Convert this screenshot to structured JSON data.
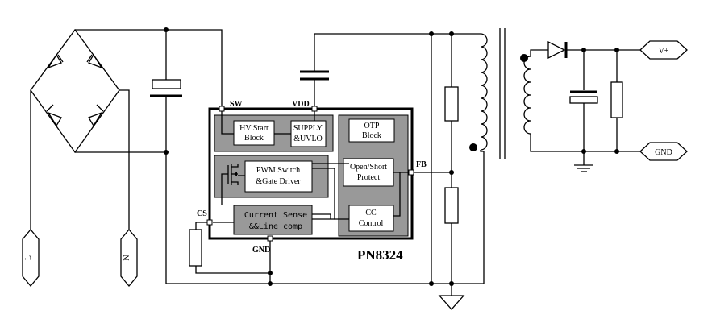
{
  "chip": {
    "name": "PN8324",
    "pins": {
      "sw": "SW",
      "vdd": "VDD",
      "fb": "FB",
      "cs": "CS",
      "gnd": "GND"
    },
    "blocks": {
      "hv_start": [
        "HV Start",
        "Block"
      ],
      "supply": [
        "SUPPLY",
        "&UVLO"
      ],
      "otp": [
        "OTP",
        "Block"
      ],
      "pwm": [
        "PWM Switch",
        "&Gate Driver"
      ],
      "protect": [
        "Open/Short",
        "Protect"
      ],
      "current_sense": [
        "Current Sense",
        "&&Line comp"
      ],
      "cc": [
        "CC",
        "Control"
      ]
    }
  },
  "inputs": {
    "line": "L",
    "neutral": "N"
  },
  "outputs": {
    "vplus": "V+",
    "gnd": "GND"
  }
}
